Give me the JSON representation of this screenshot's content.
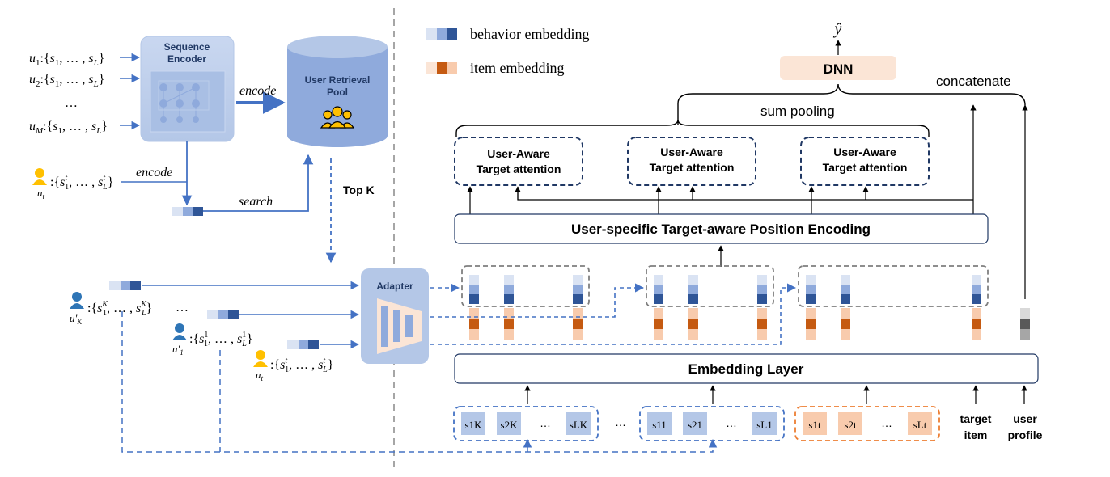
{
  "legend": {
    "behavior_embedding": "behavior embedding",
    "item_embedding": "item embedding"
  },
  "left": {
    "users": [
      {
        "user": "u1",
        "seq": ":{s1, … , sL}"
      },
      {
        "user": "u2",
        "seq": ":{s1, … , sL}"
      },
      {
        "user": "…",
        "seq": ""
      },
      {
        "user": "uM",
        "seq": ":{s1, … , sL}"
      }
    ],
    "encoder_label": [
      "Sequence",
      "Encoder"
    ],
    "pool_label": [
      "User Retrieval",
      "Pool"
    ],
    "encode_label": "encode",
    "encode_label_2": "encode",
    "search_label": "search",
    "topk_label": "Top K",
    "target_user": {
      "name": "ut",
      "seq": ":{s1t, … , sLt}"
    },
    "retrieved_users": [
      {
        "name": "u'K",
        "seq": ":{s1K, … , sLK}"
      },
      {
        "name": "u'1",
        "seq": ":{s11, … , sL1}"
      },
      {
        "name": "ut",
        "seq": ":{s1t, … , sLt}"
      }
    ],
    "ellipsis": "…",
    "adapter_label": "Adapter"
  },
  "right": {
    "output_label": "ŷ",
    "dnn_label": "DNN",
    "concatenate_label": "concatenate",
    "sum_pooling_label": "sum pooling",
    "attention_blocks": [
      {
        "line1": "User-Aware",
        "line2": "Target attention"
      },
      {
        "line1": "User-Aware",
        "line2": "Target attention"
      },
      {
        "line1": "User-Aware",
        "line2": "Target attention"
      }
    ],
    "position_encoding_label": "User-specific Target-aware Position Encoding",
    "embedding_layer_label": "Embedding Layer",
    "target_item_label": [
      "target",
      "item"
    ],
    "user_profile_label": [
      "user",
      "profile"
    ],
    "sequence_groups": [
      {
        "tokens": [
          "s1K",
          "s2K",
          "…",
          "sLK"
        ],
        "color": "#b4c7e7",
        "border": "#4472c4"
      },
      {
        "tokens": [
          "s11",
          "s21",
          "…",
          "sL1"
        ],
        "color": "#b4c7e7",
        "border": "#4472c4"
      },
      {
        "tokens": [
          "s1t",
          "s2t",
          "…",
          "sLt"
        ],
        "color": "#f8cbad",
        "border": "#ed7d31"
      }
    ],
    "group_ellipsis": "…"
  },
  "colors": {
    "blue_dark": "#2f5597",
    "blue_mid": "#8faadc",
    "blue_light": "#dae3f3",
    "orange_dark": "#c55a11",
    "orange_light": "#f8cbad",
    "arrow_blue": "#4472c4",
    "box_navy": "#203864",
    "dnn_fill": "#fbe5d6"
  }
}
